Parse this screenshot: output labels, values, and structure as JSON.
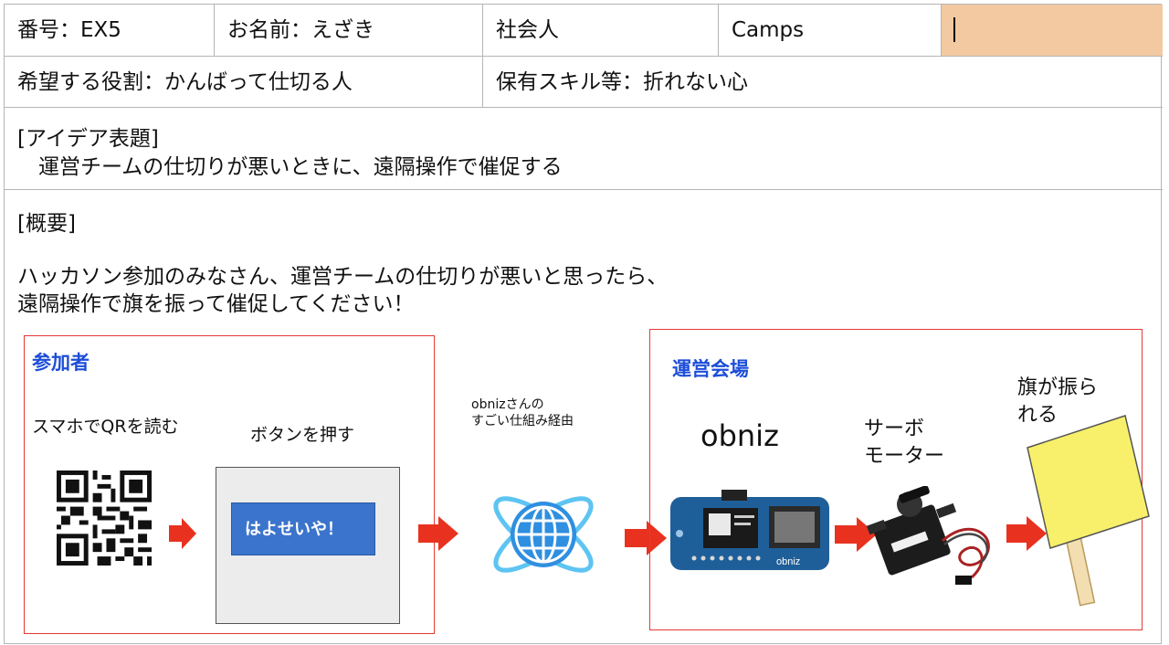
{
  "row1": {
    "number": "番号：EX5",
    "name": "お名前：えざき",
    "category": "社会人",
    "group": "Camps"
  },
  "row2": {
    "role": "希望する役割：かんばって仕切る人",
    "skill": "保有スキル等：折れない心"
  },
  "idea": {
    "heading": "[アイデア表題]",
    "title": "　運営チームの仕切りが悪いときに、遠隔操作で催促する"
  },
  "overview": {
    "heading": "[概要]",
    "line1": "ハッカソン参加のみなさん、運営チームの仕切りが悪いと思ったら、",
    "line2": "遠隔操作で旗を振って催促してください！"
  },
  "diagram": {
    "participant_title": "参加者",
    "scan_label": "スマホでQRを読む",
    "press_label": "ボタンを押す",
    "button_text": "はよせいや！",
    "via_line1": "obnizさんの",
    "via_line2": "すごい仕組み経由",
    "venue_title": "運営会場",
    "obniz_label": "obniz",
    "servo_line1": "サーボ",
    "servo_line2": "モーター",
    "flag_line1": "旗が振ら",
    "flag_line2": "れる",
    "board_brand": "obniz",
    "arrow_color": "#e8321f",
    "box_color": "#e53935",
    "title_color": "#1d4ed8",
    "flag_color": "#f8f06a",
    "active_cell_color": "#f3c9a1"
  }
}
